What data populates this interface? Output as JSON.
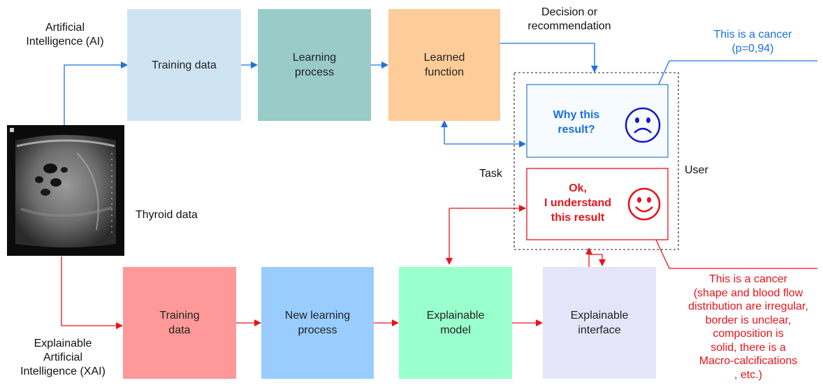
{
  "labels": {
    "ai": "Artificial\nIntelligence (AI)",
    "xai": "Explainable\nArtificial\nIntelligence (XAI)",
    "thyroid": "Thyroid data",
    "decision": "Decision or\nrecommendation",
    "task": "Task",
    "user": "User",
    "ai_output": "This is a cancer\n(p=0,94)",
    "xai_output": "This is a cancer\n(shape and blood flow\ndistribution are irregular,\nborder is unclear,\ncomposition is\nsolid, there is a\nMacro-calcifications\n, etc.)"
  },
  "ai_row": {
    "training": "Training data",
    "learning": "Learning\nprocess",
    "learned": "Learned\nfunction"
  },
  "xai_row": {
    "training": "Training\ndata",
    "new_learning": "New learning\nprocess",
    "model": "Explainable\nmodel",
    "interface": "Explainable\ninterface"
  },
  "user_panel": {
    "why": "Why this\nresult?",
    "ok": "Ok,\nI understand\nthis result"
  },
  "colors": {
    "blue": "#1e6fe0",
    "red": "#e8141b",
    "training_ai": "#cfe4f3",
    "learning_ai": "#99cbc8",
    "learned_ai": "#fdcc99",
    "training_xai": "#ff9999",
    "learning_xai": "#99ccff",
    "model_xai": "#99ffcc",
    "interface_xai": "#e5e5fa"
  }
}
